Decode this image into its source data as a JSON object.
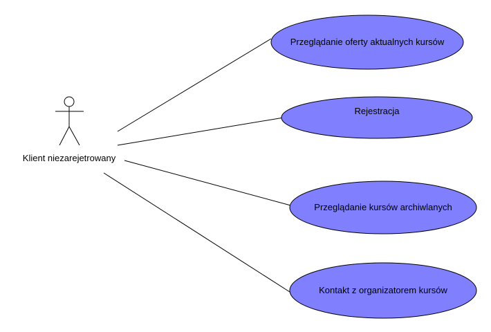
{
  "colors": {
    "usecase_fill": "#8080ff",
    "stroke": "#000000",
    "background": "#ffffff"
  },
  "actor": {
    "name": "Klient niezarejetrowany"
  },
  "use_cases": [
    {
      "label": "Przeglądanie oferty aktualnych kursów"
    },
    {
      "label": "Rejestracja"
    },
    {
      "label": "Przeglądanie kursów archiwlanych"
    },
    {
      "label": "Kontakt z organizatorem kursów"
    }
  ]
}
